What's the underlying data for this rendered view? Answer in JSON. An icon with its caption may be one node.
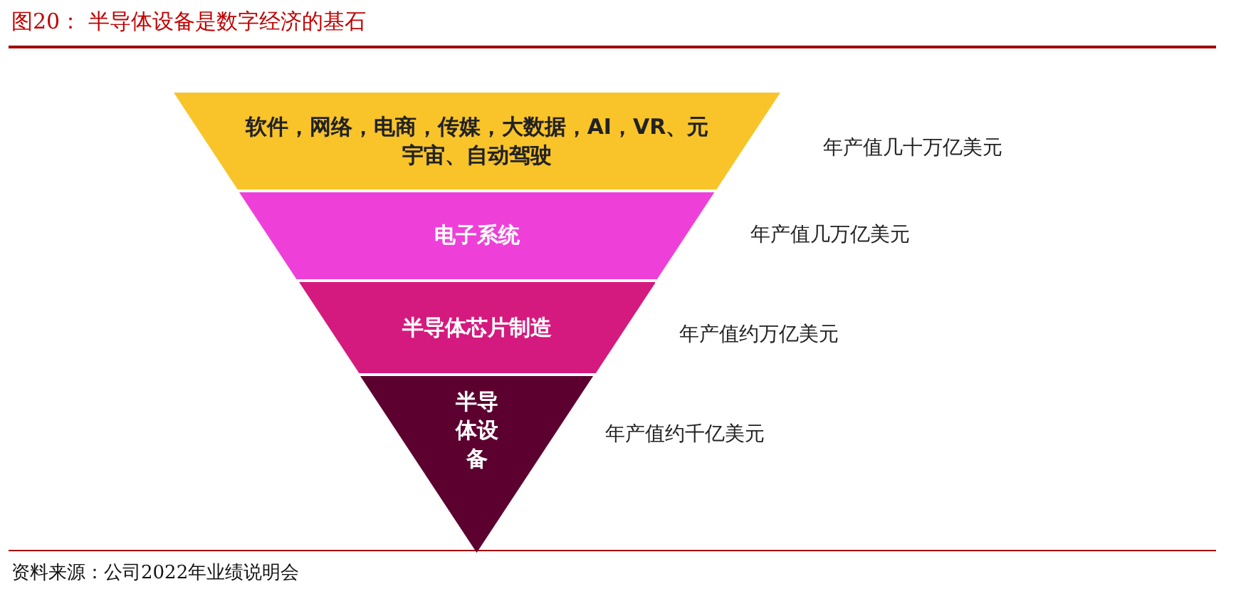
{
  "diagram": {
    "title": "图20： 半导体设备是数字经济的基石",
    "caption": "资料来源：公司2022年业绩说明会",
    "nodes": [
      {
        "text": [
          "软件，网络，电商，传媒，大数据，AI，VR、元宇宙、自动驾驶"
        ],
        "beside": [
          "年产值几十万亿美元"
        ]
      },
      {
        "text": [
          "电子系统"
        ],
        "beside": [
          "年产值几万亿美元"
        ]
      },
      {
        "text": [
          "半导体芯片制造"
        ],
        "beside": [
          "年产值约万亿美元"
        ]
      },
      {
        "text": [
          "半导体设备"
        ],
        "beside": [
          "年产值约千亿美元"
        ]
      }
    ],
    "edges": []
  }
}
